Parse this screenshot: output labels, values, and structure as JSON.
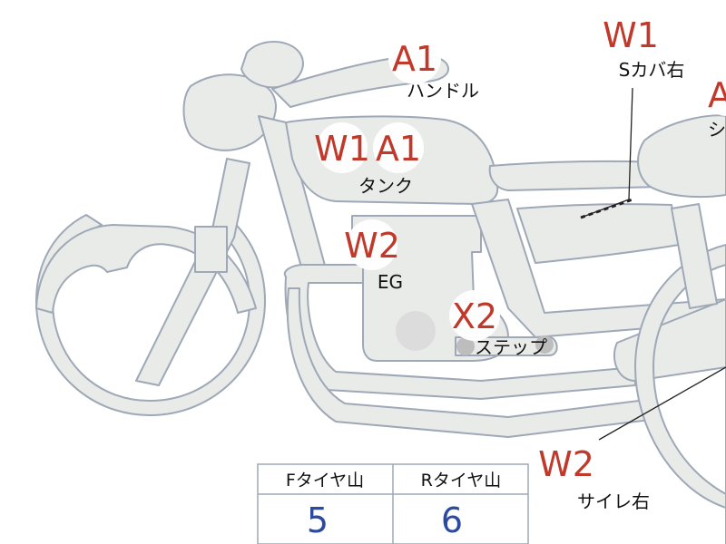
{
  "colors": {
    "body_fill": "#e9ebe9",
    "body_stroke": "#9ea8b6",
    "badge_text": "#c0392b",
    "badge_circle": "#ffffff",
    "part_text": "#111111",
    "table_border": "#9ea8b6",
    "table_value": "#2b4aa0",
    "step_dot": "#bdbdbd"
  },
  "parts": {
    "handle": {
      "code": "A1",
      "label": "ハンドル"
    },
    "s_cover_right": {
      "code": "W1",
      "label": "Sカバ右"
    },
    "seat": {
      "code": "A",
      "label": "シ"
    },
    "tank": {
      "codes": [
        "W1",
        "A1"
      ],
      "label": "タンク"
    },
    "engine": {
      "code": "W2",
      "label": "EG"
    },
    "step": {
      "code": "X2",
      "label": "ステップ"
    },
    "silencer_right": {
      "code": "W2",
      "label": "サイレ右"
    }
  },
  "tire_table": {
    "headers": [
      "Fタイヤ山",
      "Rタイヤ山"
    ],
    "values": [
      "5",
      "6"
    ]
  }
}
